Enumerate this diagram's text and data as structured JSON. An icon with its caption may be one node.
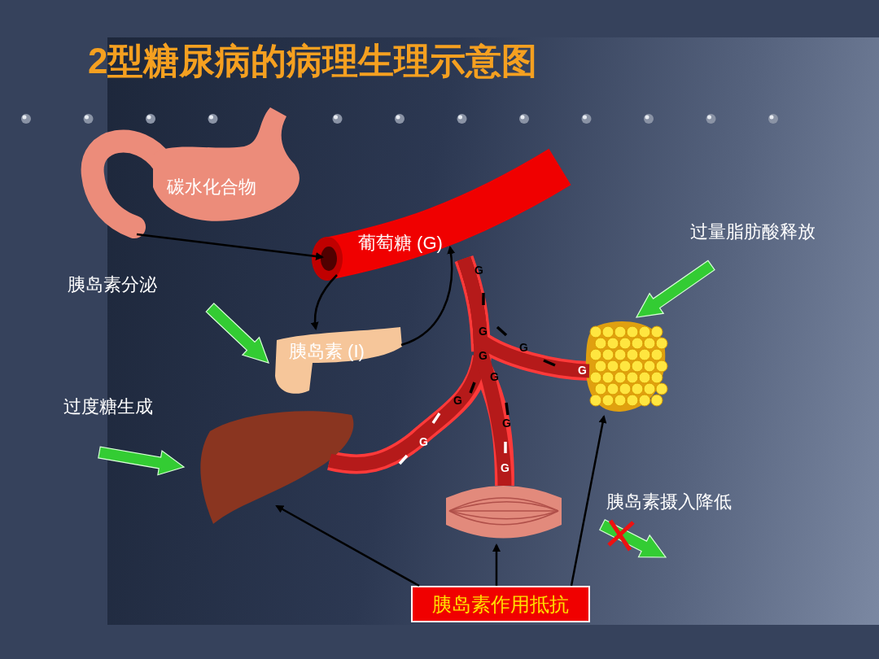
{
  "diagram": {
    "title": "2型糖尿病的病理生理示意图",
    "nodes": [
      {
        "text": [
          "碳水化合物"
        ]
      },
      {
        "text": [
          "葡萄糖 (G)"
        ]
      },
      {
        "text": [
          "胰岛素 (I)"
        ]
      },
      {
        "text": [],
        "shape": "picture"
      },
      {
        "text": [],
        "shape": "picture"
      },
      {
        "text": [],
        "shape": "picture"
      },
      {
        "text": [
          "胰岛素作用抵抗"
        ]
      },
      {
        "text": [
          "胰岛素分泌"
        ]
      },
      {
        "text": [
          "过量脂肪酸释放"
        ]
      },
      {
        "text": [
          "过度糖生成"
        ]
      },
      {
        "text": [
          "胰岛素摄入降低"
        ]
      }
    ],
    "edges": [
      {
        "from": 0,
        "to": 1,
        "arrow": "to"
      },
      {
        "from": 1,
        "to": 2,
        "arrow": "to"
      },
      {
        "from": 2,
        "to": 1,
        "arrow": "to"
      },
      {
        "from": 7,
        "to": 2,
        "arrow": "to",
        "style": "thick",
        "color": "#33cc33"
      },
      {
        "from": 8,
        "to": 3,
        "arrow": "to",
        "style": "thick",
        "color": "#33cc33"
      },
      {
        "from": 9,
        "to": 4,
        "arrow": "to",
        "style": "thick",
        "color": "#33cc33"
      },
      {
        "from": 10,
        "to": null,
        "arrow": "to",
        "style": "thick",
        "color": "#33cc33"
      },
      {
        "from": 6,
        "to": 4,
        "arrow": "to"
      },
      {
        "from": 6,
        "to": 5,
        "arrow": "to"
      },
      {
        "from": 6,
        "to": 3,
        "arrow": "to"
      },
      {
        "from": 1,
        "to": 4,
        "arrow": "none",
        "style": "thick",
        "color": "#b51a1a"
      },
      {
        "from": 1,
        "to": 5,
        "arrow": "none",
        "style": "thick",
        "color": "#b51a1a"
      },
      {
        "from": 1,
        "to": 3,
        "arrow": "none",
        "style": "thick",
        "color": "#b51a1a"
      }
    ],
    "labels": [
      "G",
      "G",
      "G",
      "G",
      "G",
      "G",
      "G",
      "G",
      "G",
      "G"
    ]
  }
}
